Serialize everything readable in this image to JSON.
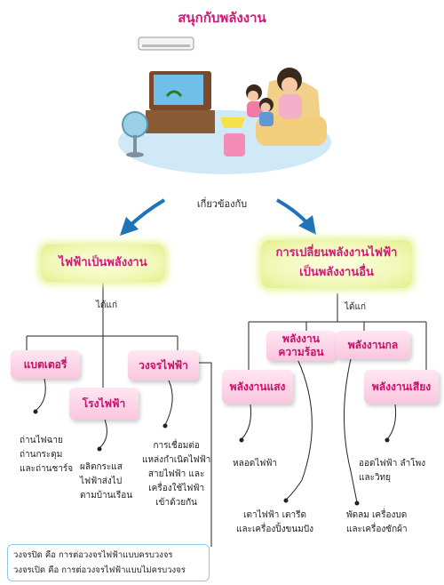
{
  "title": "สนุกกับพลังงาน",
  "connector": "เกี่ยวข้องกับ",
  "left": {
    "heading": "ไฟฟ้าเป็นพลังงาน",
    "sub": "ได้แก่",
    "items": [
      {
        "label": "แบตเตอรี่",
        "detail": [
          "ถ่านไฟฉาย",
          "ถ่านกระดุม",
          "และถ่านชาร์จ"
        ]
      },
      {
        "label": "โรงไฟฟ้า",
        "detail": [
          "ผลิตกระแส",
          "ไฟฟ้าส่งไป",
          "ตามบ้านเรือน"
        ]
      },
      {
        "label": "วงจรไฟฟ้า",
        "detail": [
          "การเชื่อมต่อ",
          "แหล่งกำเนิดไฟฟ้า",
          "สายไฟฟ้า และ",
          "เครื่องใช้ไฟฟ้า",
          "เข้าด้วยกัน"
        ]
      }
    ],
    "note": [
      "วงจรปิด คือ การต่อวงจรไฟฟ้าแบบครบวงจร",
      "วงจรเปิด คือ การต่อวงจรไฟฟ้าแบบไม่ครบวงจร"
    ]
  },
  "right": {
    "heading_line1": "การเปลี่ยนพลังงานไฟฟ้า",
    "heading_line2": "เป็นพลังงานอื่น",
    "sub": "ได้แก่",
    "items": [
      {
        "label": "พลังงานแสง",
        "detail": [
          "หลอดไฟฟ้า"
        ]
      },
      {
        "label_line1": "พลังงาน",
        "label_line2": "ความร้อน",
        "detail": [
          "เตาไฟฟ้า เตารีด",
          "และเครื่องปิ้งขนมปัง"
        ]
      },
      {
        "label": "พลังงานกล",
        "detail": [
          "พัดลม เครื่องบด",
          "และเครื่องซักผ้า"
        ]
      },
      {
        "label": "พลังงานเสียง",
        "detail": [
          "ออดไฟฟ้า ลำโพง",
          "และวิทยุ"
        ]
      }
    ]
  },
  "colors": {
    "title": "#d4187a",
    "box_text": "#c8106a",
    "arrow": "#1f73b8",
    "note_border": "#8fc7ea"
  }
}
